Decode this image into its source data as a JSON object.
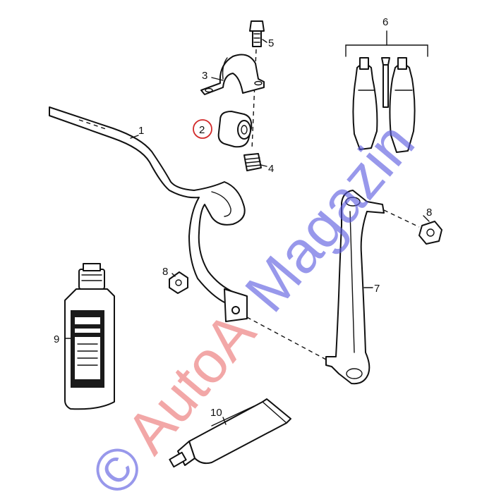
{
  "labels": {
    "p1": "1",
    "p2": "2",
    "p3": "3",
    "p4": "4",
    "p5": "5",
    "p6": "6",
    "p7": "7",
    "p8a": "8",
    "p8b": "8",
    "p9": "9",
    "p10": "10"
  },
  "watermark": {
    "copyright": "©",
    "brand_red": "AutoA",
    "brand_blue": "Magazin"
  },
  "highlight": {
    "part": "2",
    "color": "#d22a2a"
  }
}
